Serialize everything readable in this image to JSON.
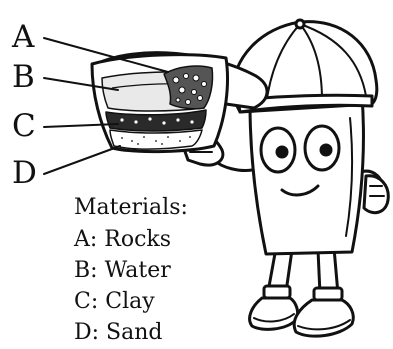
{
  "labels": {
    "a": "A",
    "b": "B",
    "c": "C",
    "d": "D"
  },
  "materials": {
    "heading": "Materials:",
    "items": [
      "A: Rocks",
      "B: Water",
      "C: Clay",
      "D: Sand"
    ]
  },
  "colors": {
    "ink": "#111111",
    "background": "#ffffff",
    "water_tone": "#cfcfcf",
    "clay_tone": "#2a2a2a"
  }
}
